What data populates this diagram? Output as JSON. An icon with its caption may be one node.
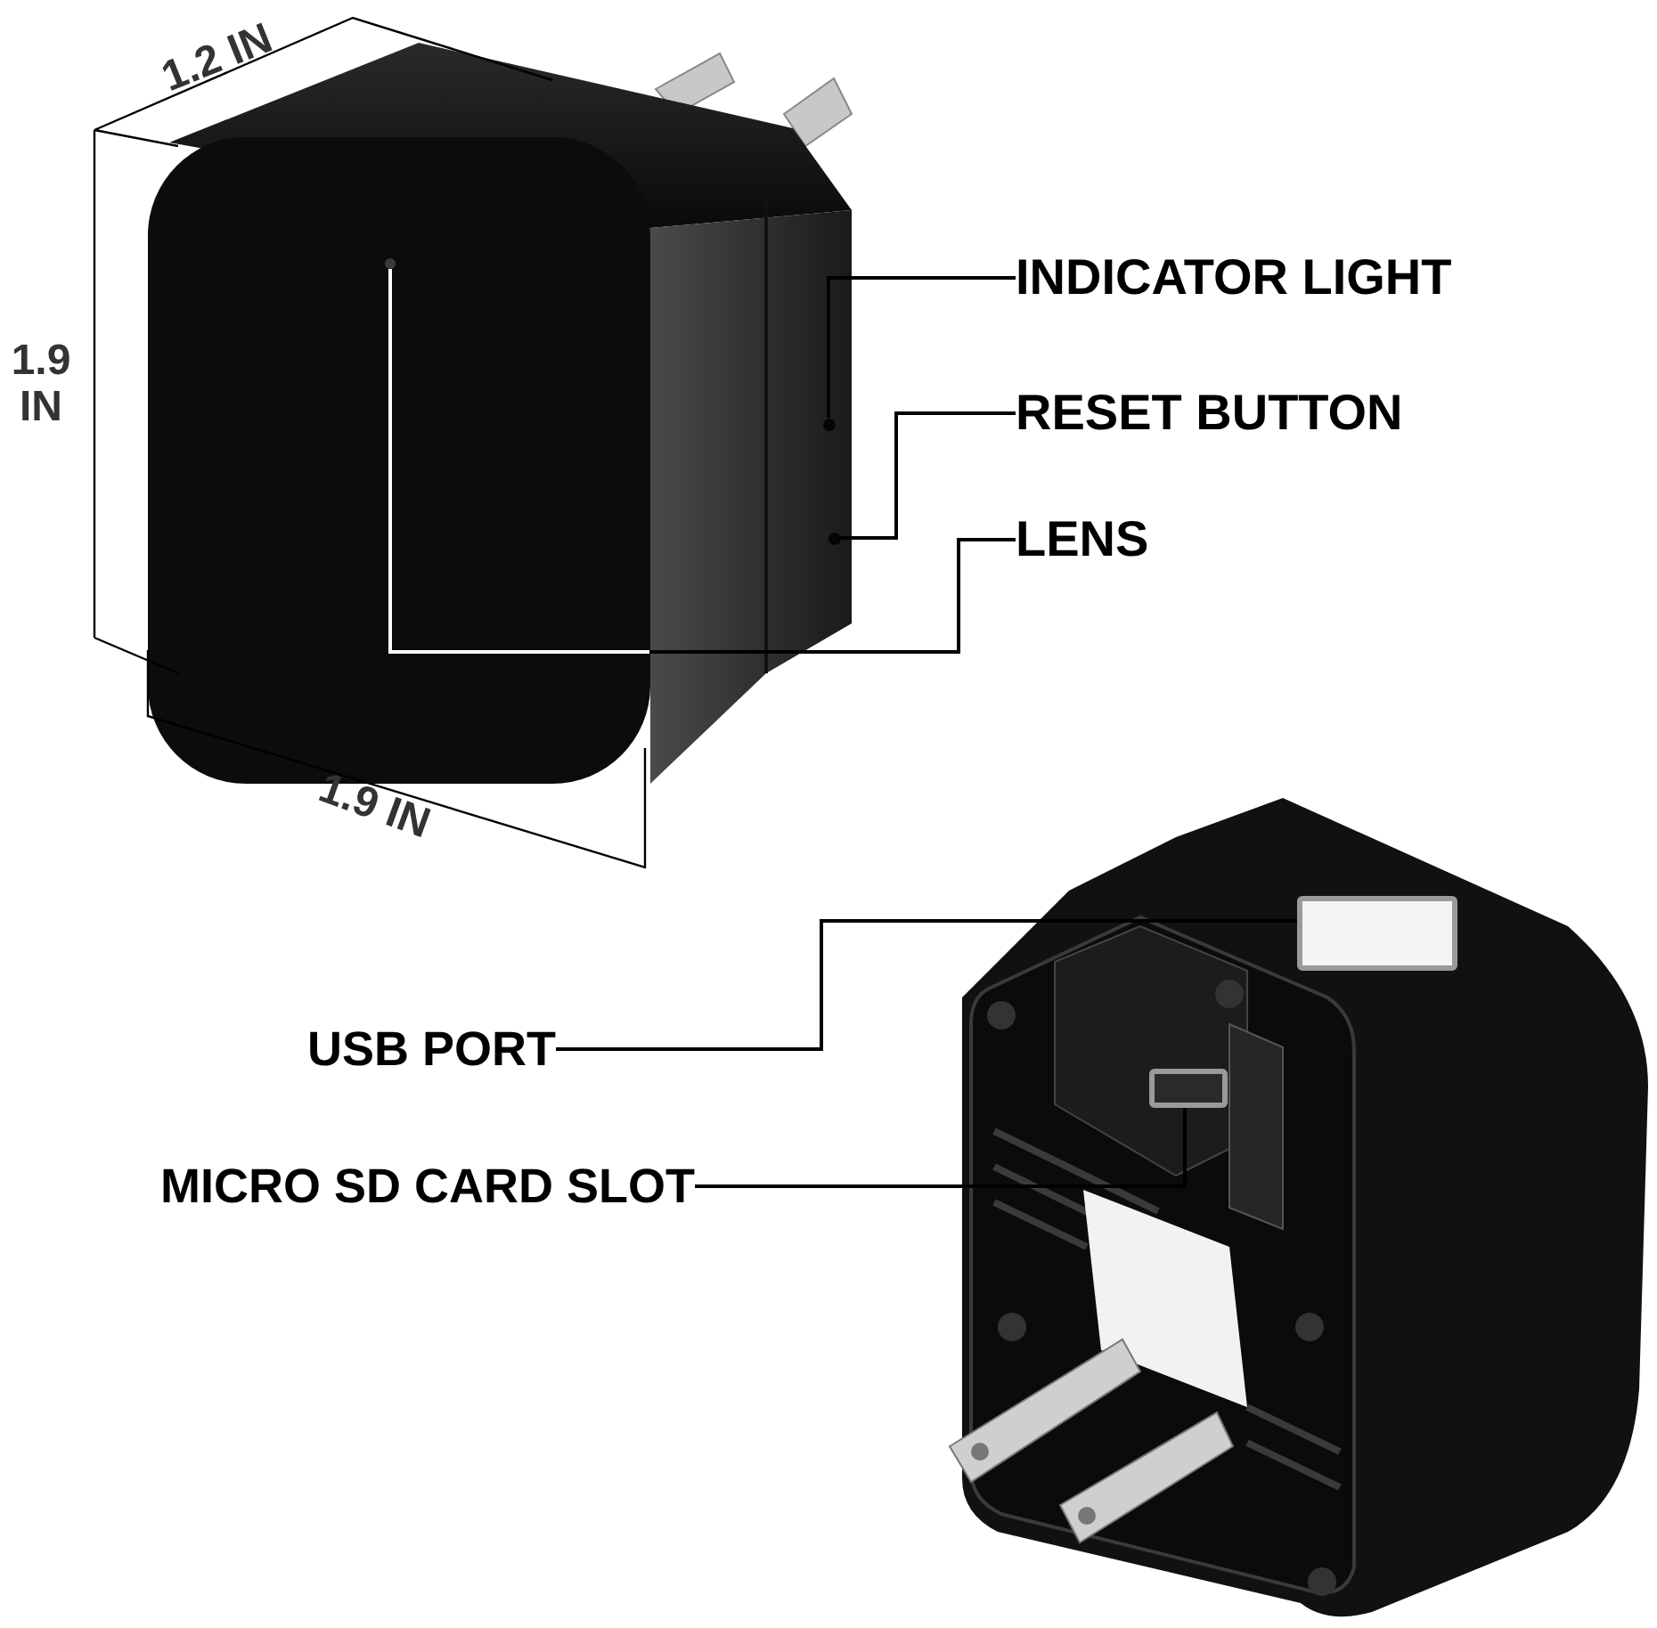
{
  "diagram": {
    "nodes": [
      {
        "text": [
          "INDICATOR LIGHT"
        ]
      },
      {
        "text": [
          "RESET BUTTON"
        ]
      },
      {
        "text": [
          "LENS"
        ]
      },
      {
        "text": [
          "USB PORT"
        ]
      },
      {
        "text": [
          "MICRO SD CARD SLOT"
        ]
      },
      {
        "text": [],
        "shape": "circle"
      },
      {
        "text": [],
        "shape": "circle"
      },
      {
        "text": [],
        "shape": "circle"
      },
      {
        "text": [],
        "shape": "box"
      },
      {
        "text": [],
        "shape": "box"
      }
    ],
    "edges": [
      {
        "from": 0,
        "to": 6,
        "arrow": "none"
      },
      {
        "from": 1,
        "to": 7,
        "arrow": "none"
      },
      {
        "from": 2,
        "to": 5,
        "arrow": "none"
      },
      {
        "from": 3,
        "to": 9,
        "arrow": "none"
      },
      {
        "from": 4,
        "to": 8,
        "arrow": "none"
      }
    ],
    "labels": [
      "1.2 IN",
      "1.9 IN",
      "1.9 IN"
    ]
  }
}
